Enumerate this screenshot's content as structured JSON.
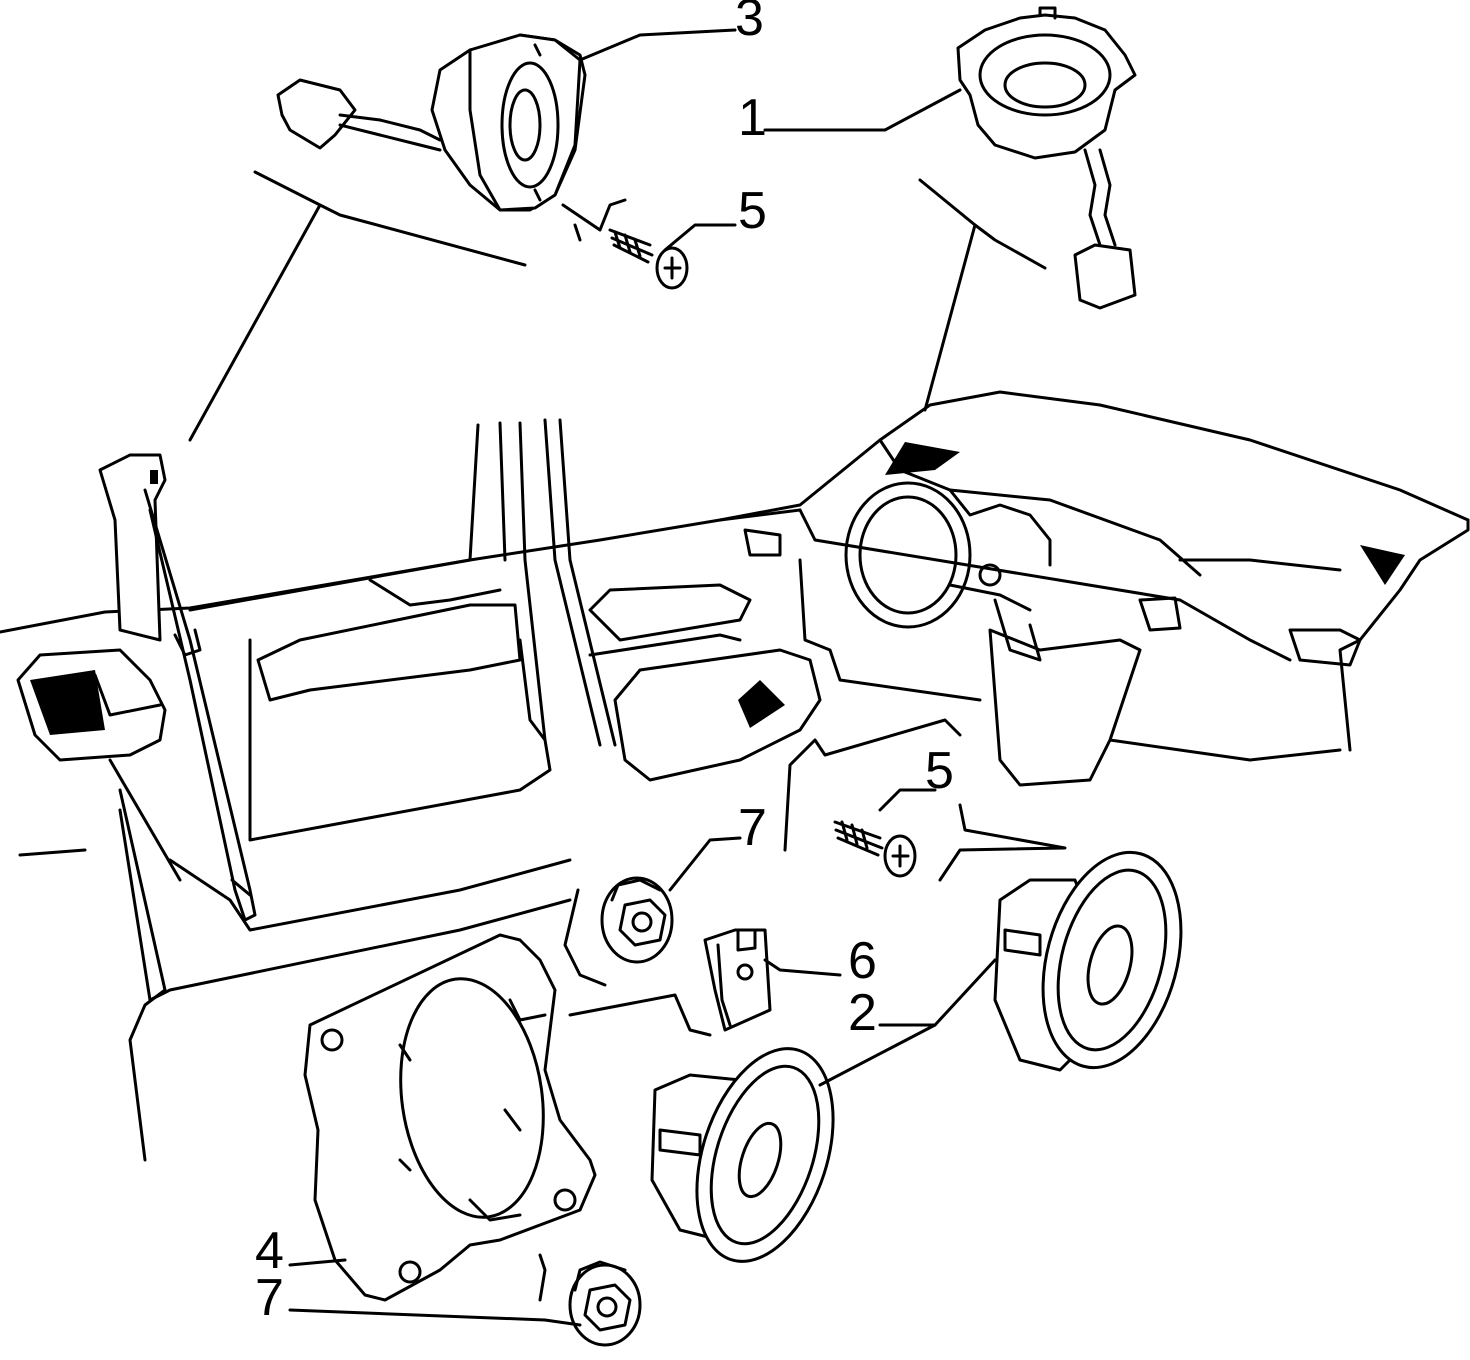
{
  "callouts": [
    {
      "id": "speaker-tweeter-dash",
      "label": "1"
    },
    {
      "id": "speaker-woofer-pair",
      "label": "2"
    },
    {
      "id": "speaker-tweeter-door",
      "label": "3"
    },
    {
      "id": "speaker-bracket",
      "label": "4"
    },
    {
      "id": "screw-upper",
      "label": "5"
    },
    {
      "id": "screw-lower",
      "label": "5"
    },
    {
      "id": "clip-nut",
      "label": "6"
    },
    {
      "id": "grommet-upper",
      "label": "7"
    },
    {
      "id": "grommet-lower",
      "label": "7"
    }
  ],
  "colors": {
    "line": "#000000",
    "background": "#ffffff"
  }
}
